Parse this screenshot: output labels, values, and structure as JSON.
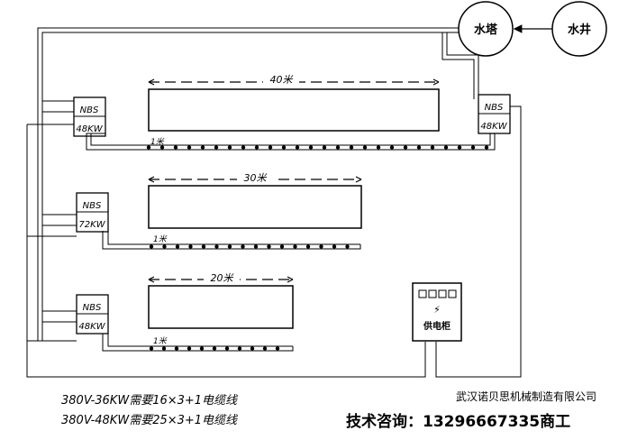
{
  "nodes": {
    "water_tower": "水塔",
    "water_well": "水井"
  },
  "units": [
    {
      "brand": "NBS",
      "power": "48KW"
    },
    {
      "brand": "NBS",
      "power": "72KW"
    },
    {
      "brand": "NBS",
      "power": "48KW"
    },
    {
      "brand": "NBS",
      "power": "48KW"
    }
  ],
  "ponds": [
    {
      "length": "40米",
      "spacing": "1米"
    },
    {
      "length": "30米",
      "spacing": "1米"
    },
    {
      "length": "20米",
      "spacing": "1米"
    }
  ],
  "control_box": {
    "label": "供电柜",
    "symbol": "⚡"
  },
  "notes": {
    "line1": "380V-36KW需要16×3+1电缆线",
    "line2": "380V-48KW需要25×3+1电缆线"
  },
  "company": "武汉诺贝思机械制造有限公司",
  "consult": "技术咨询：13296667335商工"
}
